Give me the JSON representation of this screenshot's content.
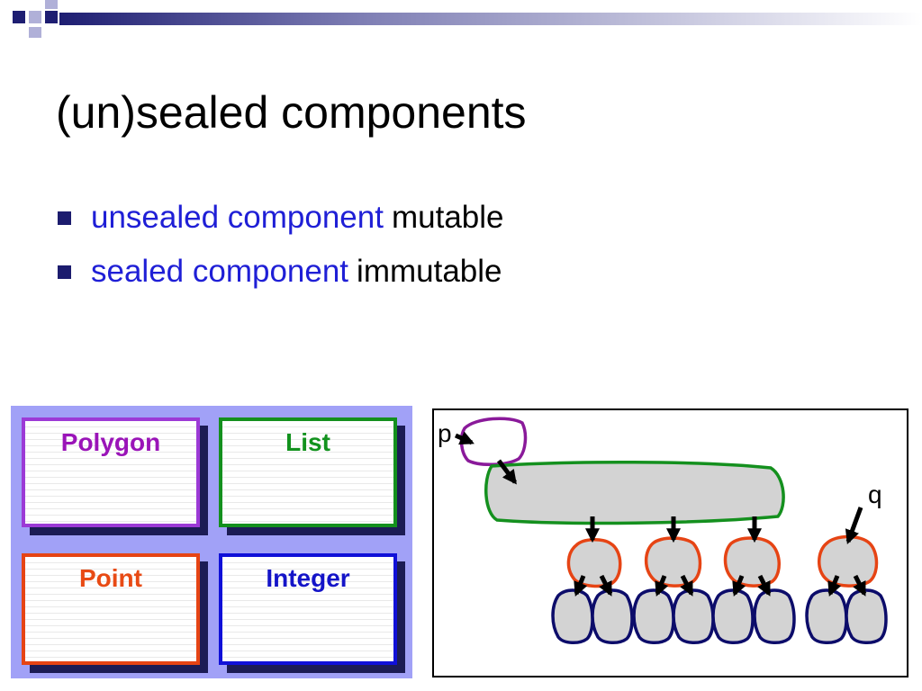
{
  "title": "(un)sealed components",
  "bullets": [
    {
      "term": "unsealed component",
      "desc": "mutable"
    },
    {
      "term": "sealed component",
      "desc": "immutable"
    }
  ],
  "components": {
    "polygon": "Polygon",
    "list": "List",
    "point": "Point",
    "integer": "Integer"
  },
  "diagram": {
    "pointer_p": "p",
    "pointer_q": "q"
  },
  "colors": {
    "navy": "#1c1c6e",
    "term_blue": "#1f1fd6",
    "panel_bg": "#a1a1f7",
    "polygon": "#9c3ad6",
    "list": "#14901e",
    "point": "#e64414",
    "integer": "#1010d8"
  }
}
